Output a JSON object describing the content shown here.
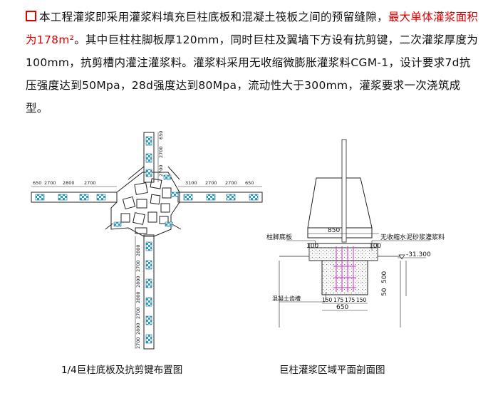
{
  "paragraph": {
    "part1": "本工程灌浆即采用灌浆料填充巨柱底板和混凝土筏板之间的预留缝隙，",
    "highlight": "最大单体灌浆面积为178m²",
    "part2": "。其中巨柱柱脚板厚120mm，同时巨柱及翼墙下方设有抗剪键，二次灌浆厚度为100mm，抗剪槽内灌注灌浆料。灌浆料采用无收缩微膨胀灌浆料CGM-1，设计要求7d抗压强度达到50Mpa，28d强度达到80Mpa，流动性大于300mm，灌浆要求一次浇筑成型。"
  },
  "left_figure": {
    "caption": "1/4巨柱底板及抗剪键布置图",
    "dims_left": [
      "650",
      "2700",
      "2800",
      "2700"
    ],
    "dims_right": [
      "3100",
      "2700",
      "2700",
      "650"
    ],
    "dims_top": [
      "650",
      "2700",
      "2700"
    ],
    "dims_bottom": [
      "2800",
      "2700",
      "2800",
      "2800",
      "2700",
      "2800",
      "2700"
    ]
  },
  "right_figure": {
    "caption": "巨柱灌浆区域平面剖面图",
    "label_plate": "柱脚底板",
    "label_grout": "无收缩水泥砂浆灌浆料",
    "label_groove": "混凝土齿槽",
    "elevation": "-31.300",
    "dim_850": "850",
    "dim_100a": "100",
    "dim_100b": "100",
    "dim_500": "500",
    "dim_50": "50",
    "dim_650": "650",
    "dim_150a": "150",
    "dim_175a": "175",
    "dim_175b": "175",
    "dim_150b": "150"
  },
  "colors": {
    "highlight": "#e00000",
    "shear_key": "#2aa0c8",
    "magenta": "#d030c0"
  }
}
